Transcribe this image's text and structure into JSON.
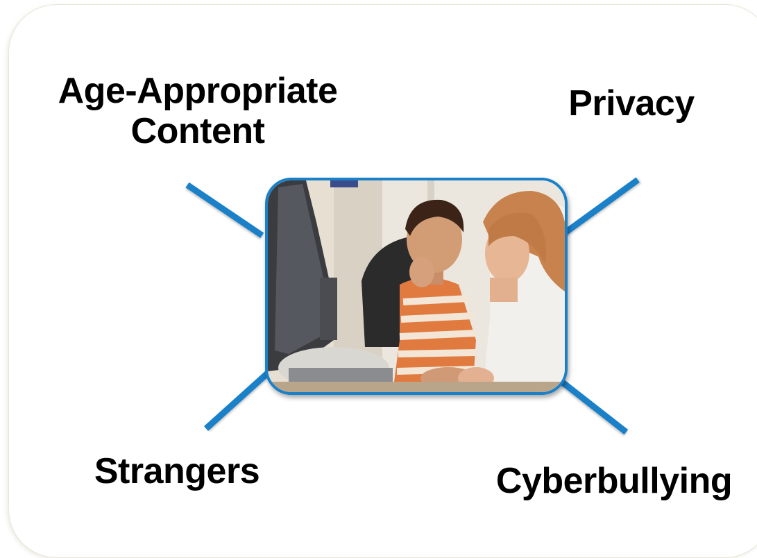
{
  "labels": {
    "age_appropriate_line1": "Age-Appropriate",
    "age_appropriate_line2": "Content",
    "privacy": "Privacy",
    "strangers": "Strangers",
    "cyberbullying": "Cyberbullying"
  },
  "colors": {
    "accent": "#1a80c8",
    "text": "#000000",
    "panel_border": "#e9e7d8"
  },
  "photo": {
    "icon": "photo-children-at-computer"
  }
}
